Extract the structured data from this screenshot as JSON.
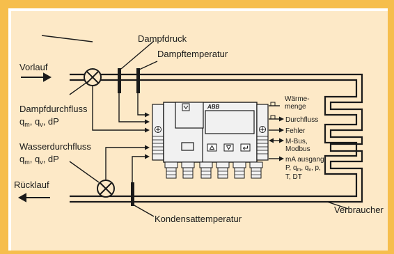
{
  "labels": {
    "vorlauf": "Vorlauf",
    "ruecklauf": "Rücklauf",
    "dampfdruck": "Dampfdruck",
    "dampftemperatur": "Dampftemperatur",
    "dampfdurchfluss": "Dampfdurchfluss",
    "dampf_q": "q",
    "dampf_sub_m": "m",
    "dampf_sep1": ", q",
    "dampf_sub_v": "v",
    "dampf_tail": ", dP",
    "wasserdurchfluss": "Wasserdurchfluss",
    "wasser_q": "q",
    "wasser_sub_m": "m",
    "wasser_sep1": ", q",
    "wasser_sub_v": "v",
    "wasser_tail": ", dP",
    "kondensattemperatur": "Kondensattemperatur",
    "verbraucher": "Verbraucher",
    "waerme1": "Wärme-",
    "waerme2": "menge",
    "durchfluss": "Durchfluss",
    "fehler": "Fehler",
    "mbus": "M-Bus,",
    "modbus": "Modbus",
    "ma_ausgang": "mA ausgang",
    "ma_p": "P, q",
    "ma_m": "m",
    "ma_q2": ", q",
    "ma_v": "v",
    "ma_rest": ", p,",
    "ma_line2": "T, DT",
    "brand": "ABB"
  },
  "colors": {
    "frame": "#f6be4c",
    "panel": "#fde9c7",
    "line": "#1a1a1a",
    "device_body": "#f1f1f1"
  }
}
